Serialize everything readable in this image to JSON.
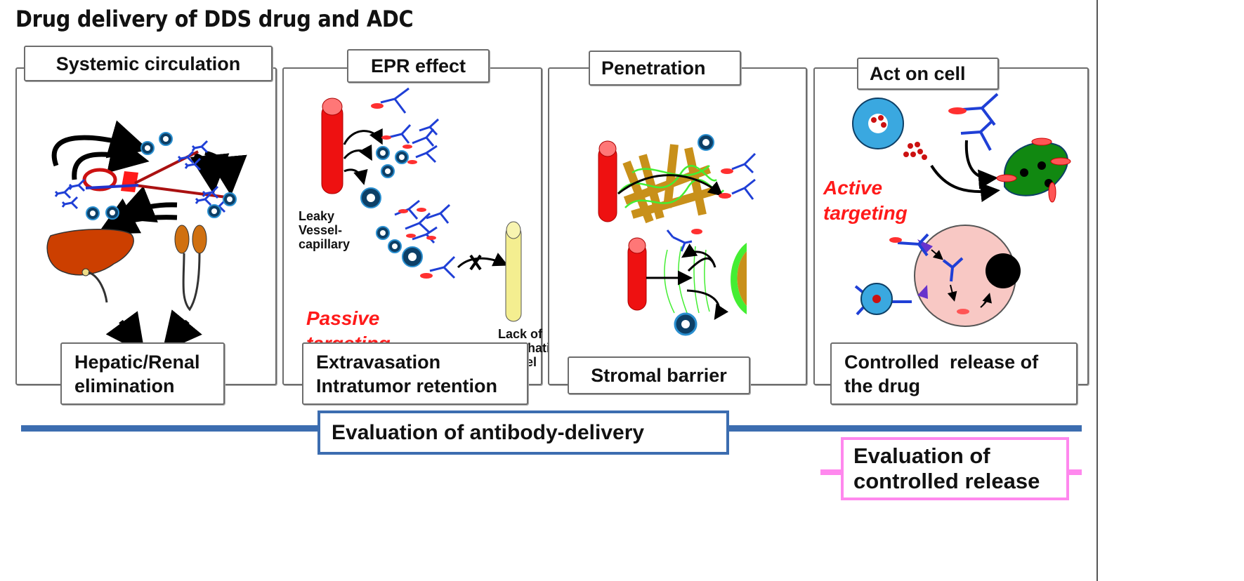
{
  "title": "Drug delivery of DDS drug and ADC",
  "panels": [
    {
      "header": "Systemic circulation",
      "footer": [
        "Hepatic/Renal",
        "elimination"
      ]
    },
    {
      "header": "EPR effect",
      "footer": [
        "Extravasation",
        "Intratumor retention"
      ],
      "annotations": {
        "leaky_vessel": [
          "Leaky",
          "Vessel-",
          "capillary"
        ],
        "targeting": [
          "Passive",
          "targeting"
        ],
        "lymphatic": [
          "Lack of",
          "lymphatic",
          "vessel"
        ]
      }
    },
    {
      "header": "Penetration",
      "footer": [
        "Stromal barrier"
      ]
    },
    {
      "header": "Act on cell",
      "footer": [
        "Controlled  release of",
        "the drug"
      ],
      "annotations": {
        "targeting": [
          "Active",
          "targeting"
        ]
      }
    }
  ],
  "evaluation": {
    "antibody_delivery": "Evaluation of antibody-delivery",
    "controlled_release": [
      "Evaluation of",
      "controlled release"
    ]
  },
  "colors": {
    "panel_border": "#6d6d6d",
    "antibody_blue": "#1f3fd6",
    "drug_red": "#ff3030",
    "vessel_red": "#ee1111",
    "nanoparticle_blue": "#2a8fd0",
    "stroma_brown": "#c8901a",
    "fiber_green": "#44ee33",
    "lymph_yellow": "#f4ee90",
    "cell_pink": "#f8c8c4",
    "accent_label_red": "#ff1a1a",
    "evaluation_blue": "#3c6db0",
    "evaluation_pink": "#ff88ee"
  }
}
